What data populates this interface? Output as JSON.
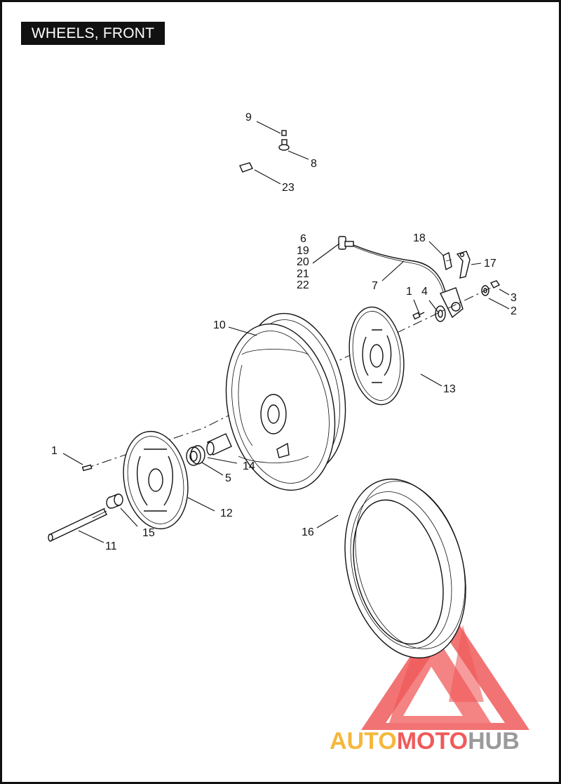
{
  "title": "WHEELS, FRONT",
  "watermark": {
    "part1": "AUTO",
    "part2": "MOTO",
    "part3": "HUB",
    "colors": {
      "orange": "#f6b73c",
      "red": "#f05a5a",
      "gray": "#9a9a9a"
    }
  },
  "callouts": {
    "c9": "9",
    "c8": "8",
    "c23": "23",
    "c6": "6",
    "c19": "19",
    "c20": "20",
    "c21": "21",
    "c22": "22",
    "c18": "18",
    "c17": "17",
    "c7": "7",
    "c1a": "1",
    "c4": "4",
    "c3": "3",
    "c2": "2",
    "c10": "10",
    "c13": "13",
    "c1b": "1",
    "c14": "14",
    "c5": "5",
    "c12": "12",
    "c15": "15",
    "c11": "11",
    "c16": "16"
  }
}
